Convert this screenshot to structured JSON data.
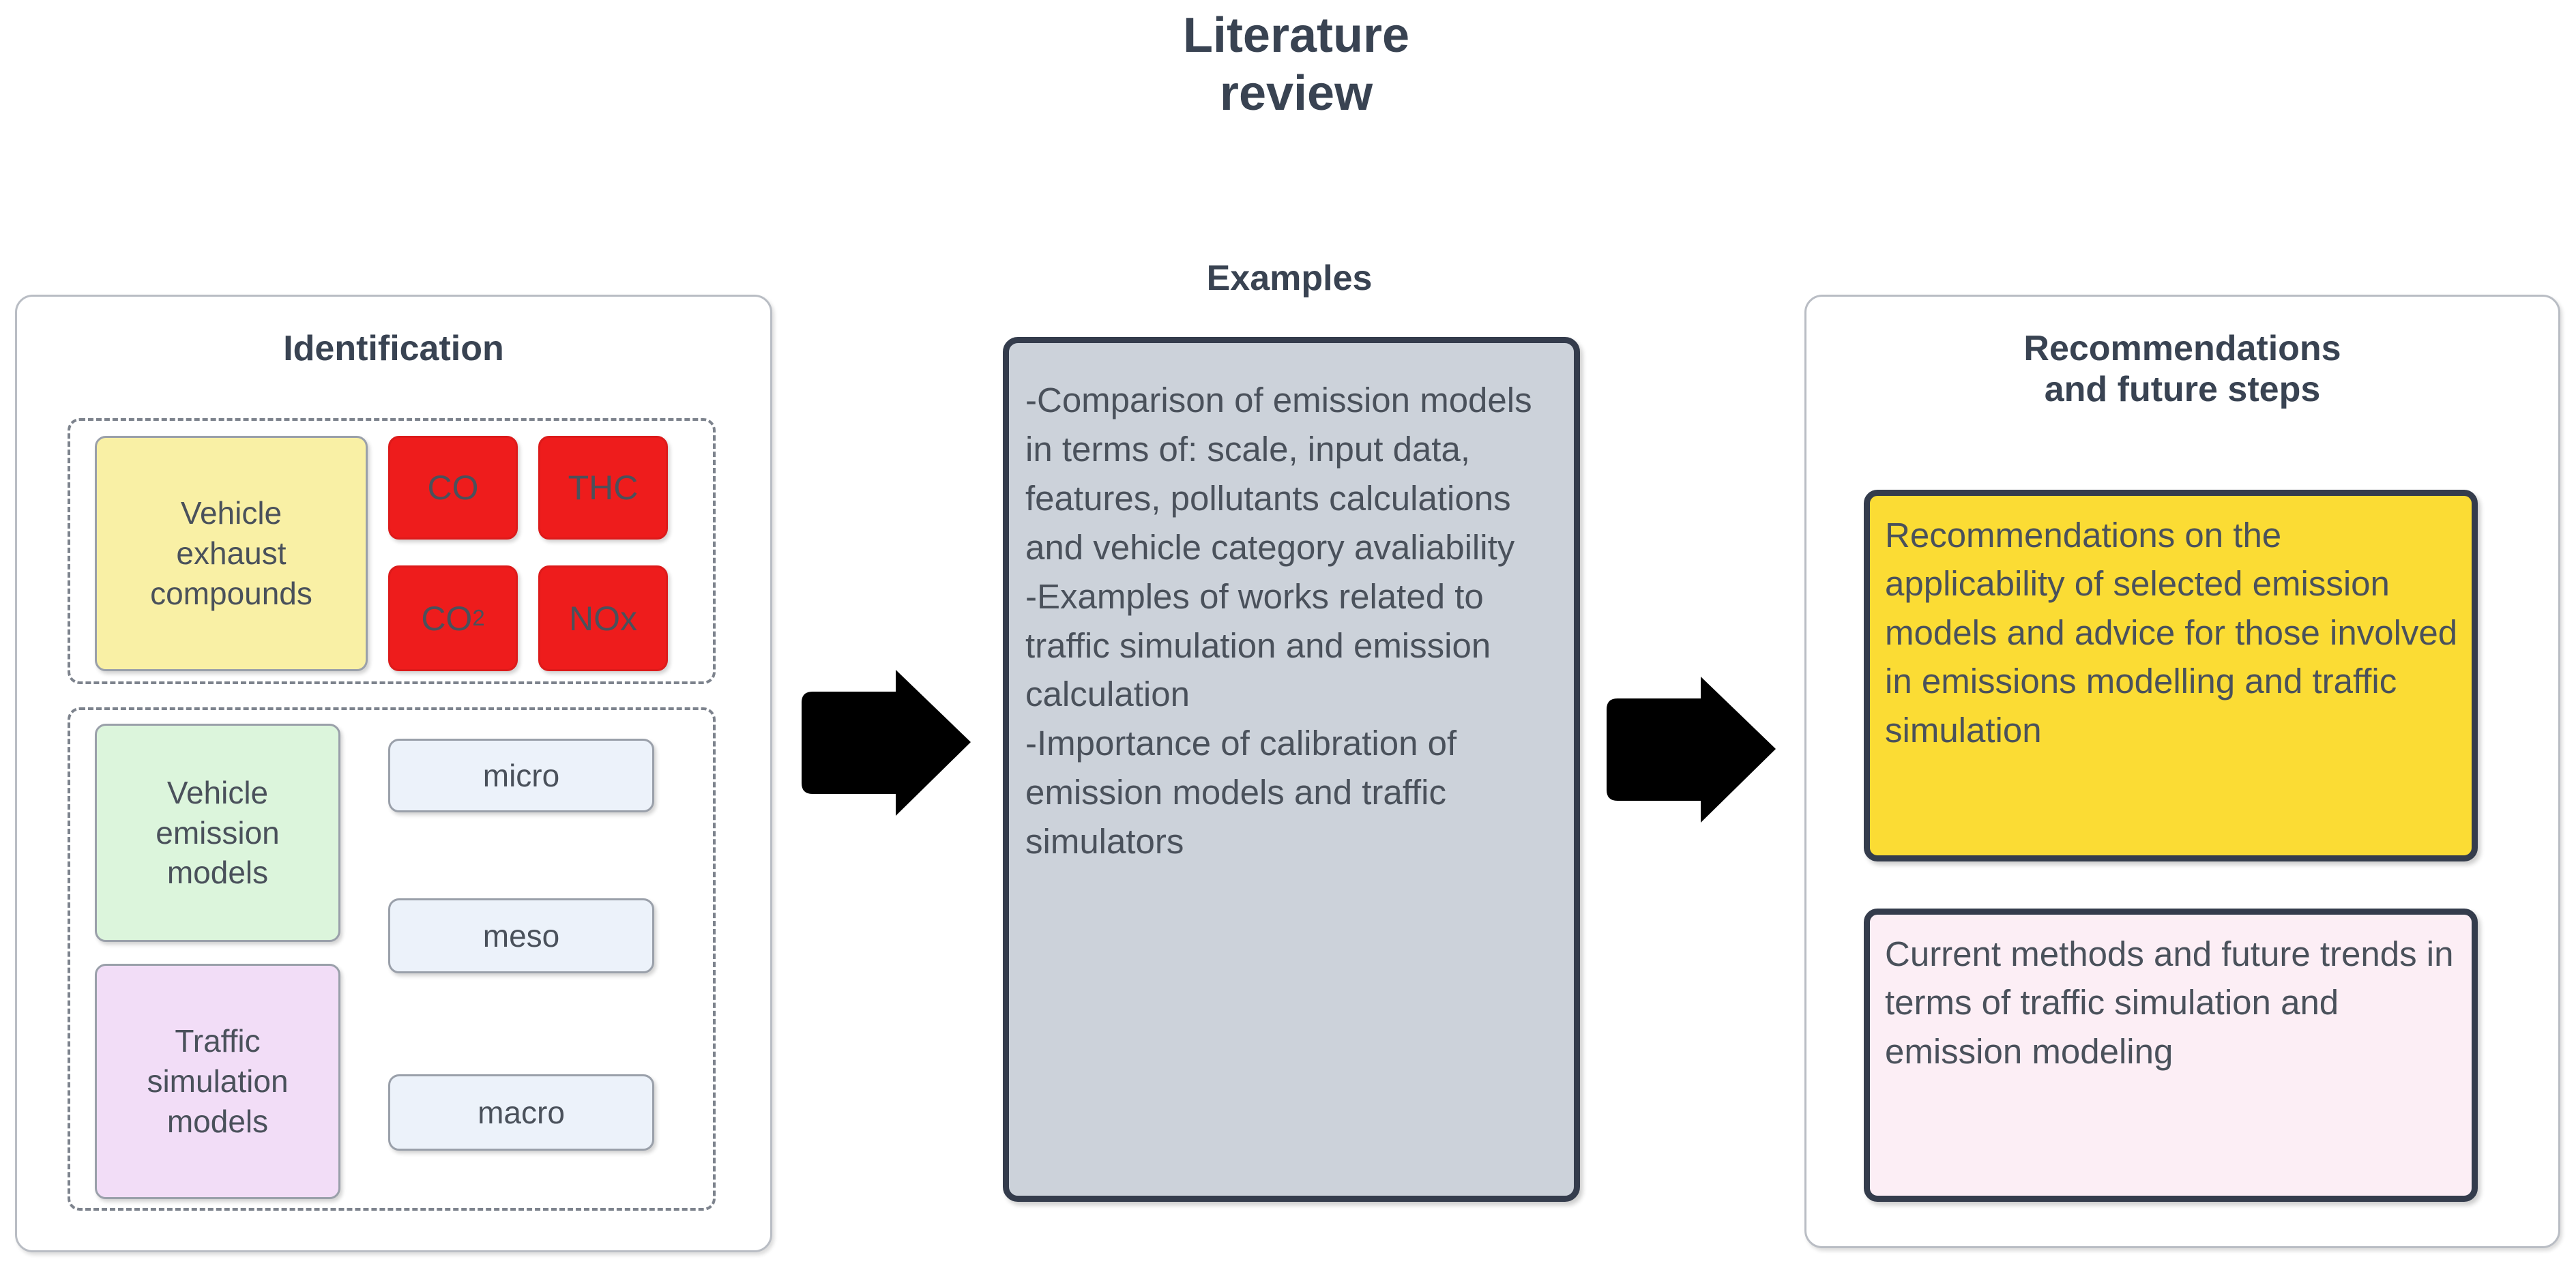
{
  "title": "Literature\nreview",
  "colors": {
    "title_text": "#394352",
    "body_text": "#4a515b",
    "panel_border": "#b9bdc4",
    "dashed_border": "#7d838d",
    "strong_border": "#343c4c",
    "red_tile": "#ee1c1c",
    "yellow_pale": "#f9f0a5",
    "green_pale": "#dcf5dc",
    "purple_pale": "#f2ddf7",
    "blue_pale": "#ecf2fa",
    "examples_fill": "#ccd2da",
    "recommendation_yellow": "#fbdc34",
    "current_methods_pink": "#fceef5",
    "arrow": "#000000"
  },
  "left_panel": {
    "heading": "Identification",
    "compounds_group": {
      "category_label": "Vehicle\nexhaust\ncompounds",
      "tiles": [
        {
          "label": "CO",
          "sub": ""
        },
        {
          "label": "THC",
          "sub": ""
        },
        {
          "label": "CO",
          "sub": "2"
        },
        {
          "label": "NOx",
          "sub": ""
        }
      ]
    },
    "models_group": {
      "emission_models_label": "Vehicle\nemission\nmodels",
      "traffic_models_label": "Traffic\nsimulation\nmodels",
      "scales": [
        "micro",
        "meso",
        "macro"
      ]
    }
  },
  "middle_panel": {
    "heading": "Examples",
    "body": "-Comparison of emission models in terms of: scale, input data, features, pollutants calculations and vehicle category avaliability\n-Examples of works related to traffic simulation and emission calculation\n-Importance of calibration of emission models and traffic simulators"
  },
  "right_panel": {
    "heading": "Recommendations\nand future steps",
    "recommendation_box": "Recommendations on the applicability of selected emission models and advice for those involved in emissions modelling and traffic simulation",
    "current_methods_box": "Current methods and future trends in terms of traffic simulation and emission modeling"
  },
  "arrows": {
    "first_label": "right-arrow-identification-to-examples",
    "second_label": "right-arrow-examples-to-recommendations"
  }
}
